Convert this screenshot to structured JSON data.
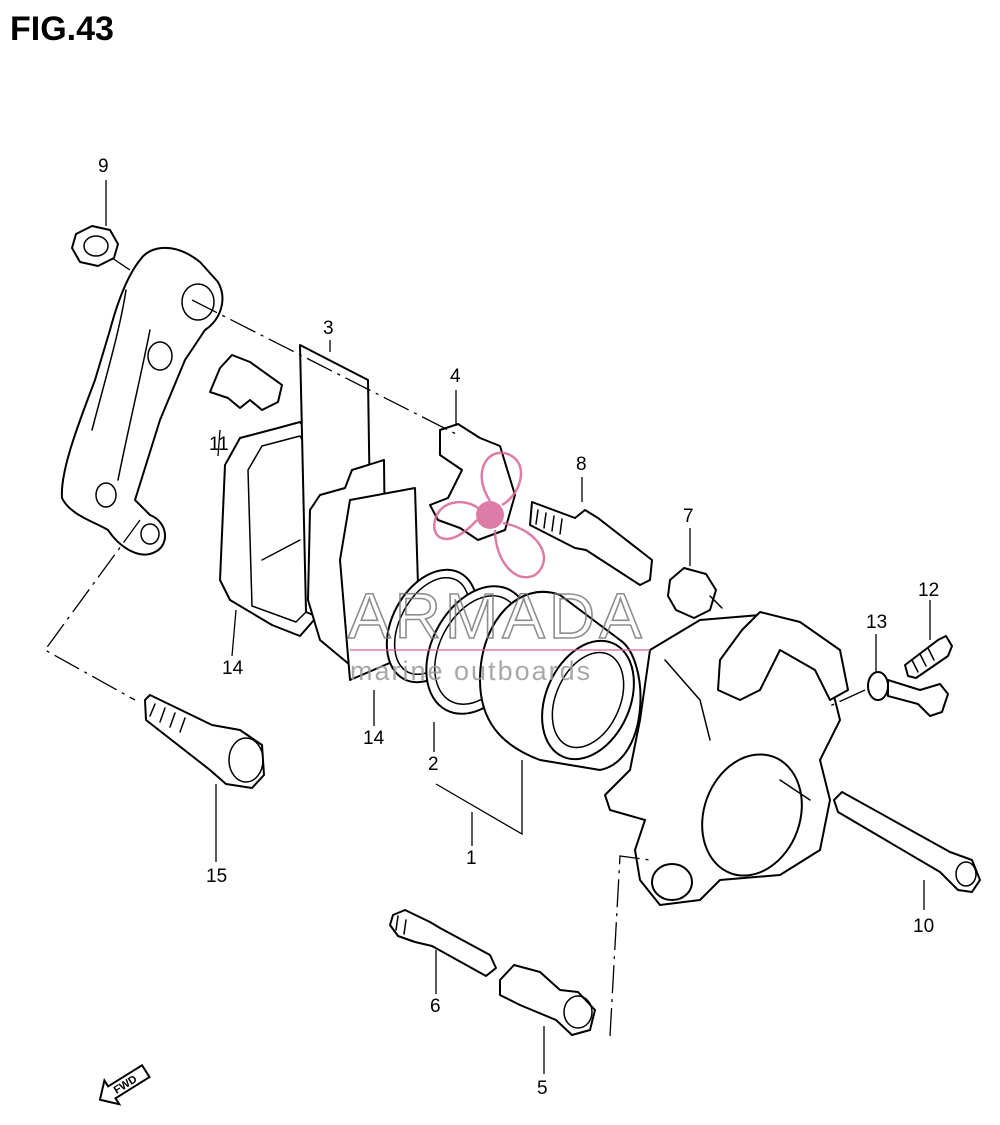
{
  "figure": {
    "title": "FIG.43"
  },
  "callouts": {
    "c1": "1",
    "c2": "2",
    "c3": "3",
    "c4": "4",
    "c5": "5",
    "c6": "6",
    "c7": "7",
    "c8": "8",
    "c9": "9",
    "c10": "10",
    "c11": "11",
    "c12": "12",
    "c13": "13",
    "c14a": "14",
    "c14b": "14",
    "c15": "15"
  },
  "watermark": {
    "brand": "ARMADA",
    "tagline": "marine outboards",
    "color": "#d9669a"
  },
  "direction_marker": {
    "label": "FWD",
    "icon": "forward-arrow-icon"
  }
}
